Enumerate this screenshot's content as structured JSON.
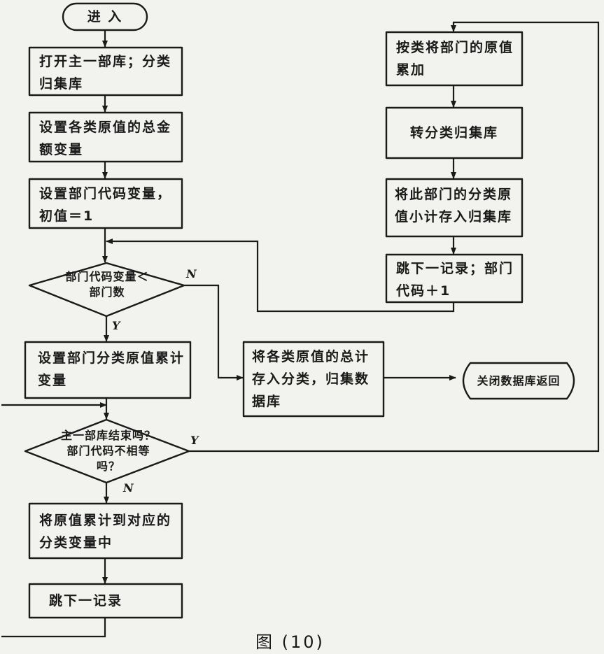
{
  "nodes": {
    "start": "进  入",
    "open_db": "打开主一部库；分类归集库",
    "set_totals": "设置各类原值的总金额变量",
    "set_dept_code": "设置部门代码变量，初值＝1",
    "dept_check": "部门代码变量＜部门数",
    "set_dept_accum": "设置部门分类原值累计变量",
    "end_check": "主一部库结束吗？部门代码不相等吗？",
    "accumulate": "将原值累计到对应的分类变量中",
    "skip_record": "跳下一记录",
    "store_totals": "将各类原值的总计存入分类，归集数据库",
    "close_db": "关闭数据库返回",
    "add_dept": "按类将部门的原值累加",
    "to_db": "转分类归集库",
    "store_subtotal": "将此部门的分类原值小计存入归集库",
    "skip_next_dept": "跳下一记录；部门代码＋1"
  },
  "labels": {
    "dept_yes": "Y",
    "dept_no": "N",
    "end_yes": "Y",
    "end_no": "N"
  },
  "caption": "图 (10)"
}
